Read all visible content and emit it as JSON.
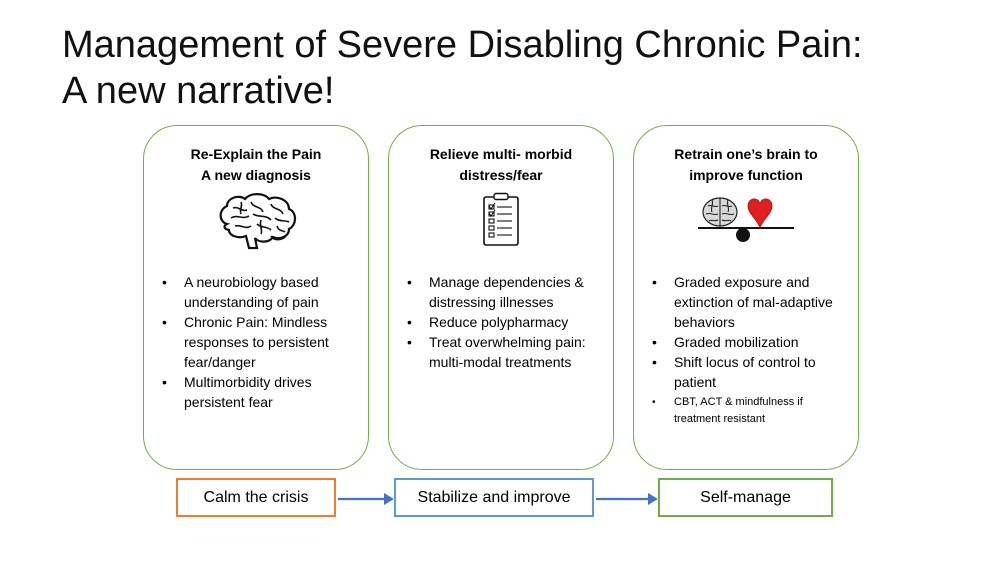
{
  "title": {
    "line1": "Management of Severe Disabling Chronic Pain:",
    "line2": "A new narrative!"
  },
  "columns": [
    {
      "heading": [
        "Re-Explain the Pain",
        "A new diagnosis"
      ],
      "icon": "brain-icon",
      "bullets": [
        "A neurobiology based understanding of pain",
        "Chronic Pain: Mindless responses to persistent fear/danger",
        "Multimorbidity drives persistent fear"
      ]
    },
    {
      "heading": [
        "Relieve multi- morbid",
        "distress/fear"
      ],
      "icon": "clipboard-checklist-icon",
      "bullets": [
        "Manage dependencies & distressing illnesses",
        "Reduce polypharmacy",
        "Treat overwhelming pain: multi-modal treatments"
      ]
    },
    {
      "heading": [
        "Retrain one’s brain to",
        "improve function"
      ],
      "icon": "brain-heart-balance-icon",
      "bullets": [
        "Graded exposure and extinction of mal-adaptive behaviors",
        "Graded mobilization",
        "Shift locus of control to patient",
        "CBT, ACT & mindfulness if treatment resistant"
      ]
    }
  ],
  "stages": [
    {
      "label": "Calm the crisis",
      "color": "#ed7d31"
    },
    {
      "label": "Stabilize and improve",
      "color": "#5b9bd5"
    },
    {
      "label": "Self-manage",
      "color": "#70ad47"
    }
  ],
  "colors": {
    "card_border": "#70ad47",
    "arrow": "#4472c4",
    "heart": "#e02020"
  }
}
